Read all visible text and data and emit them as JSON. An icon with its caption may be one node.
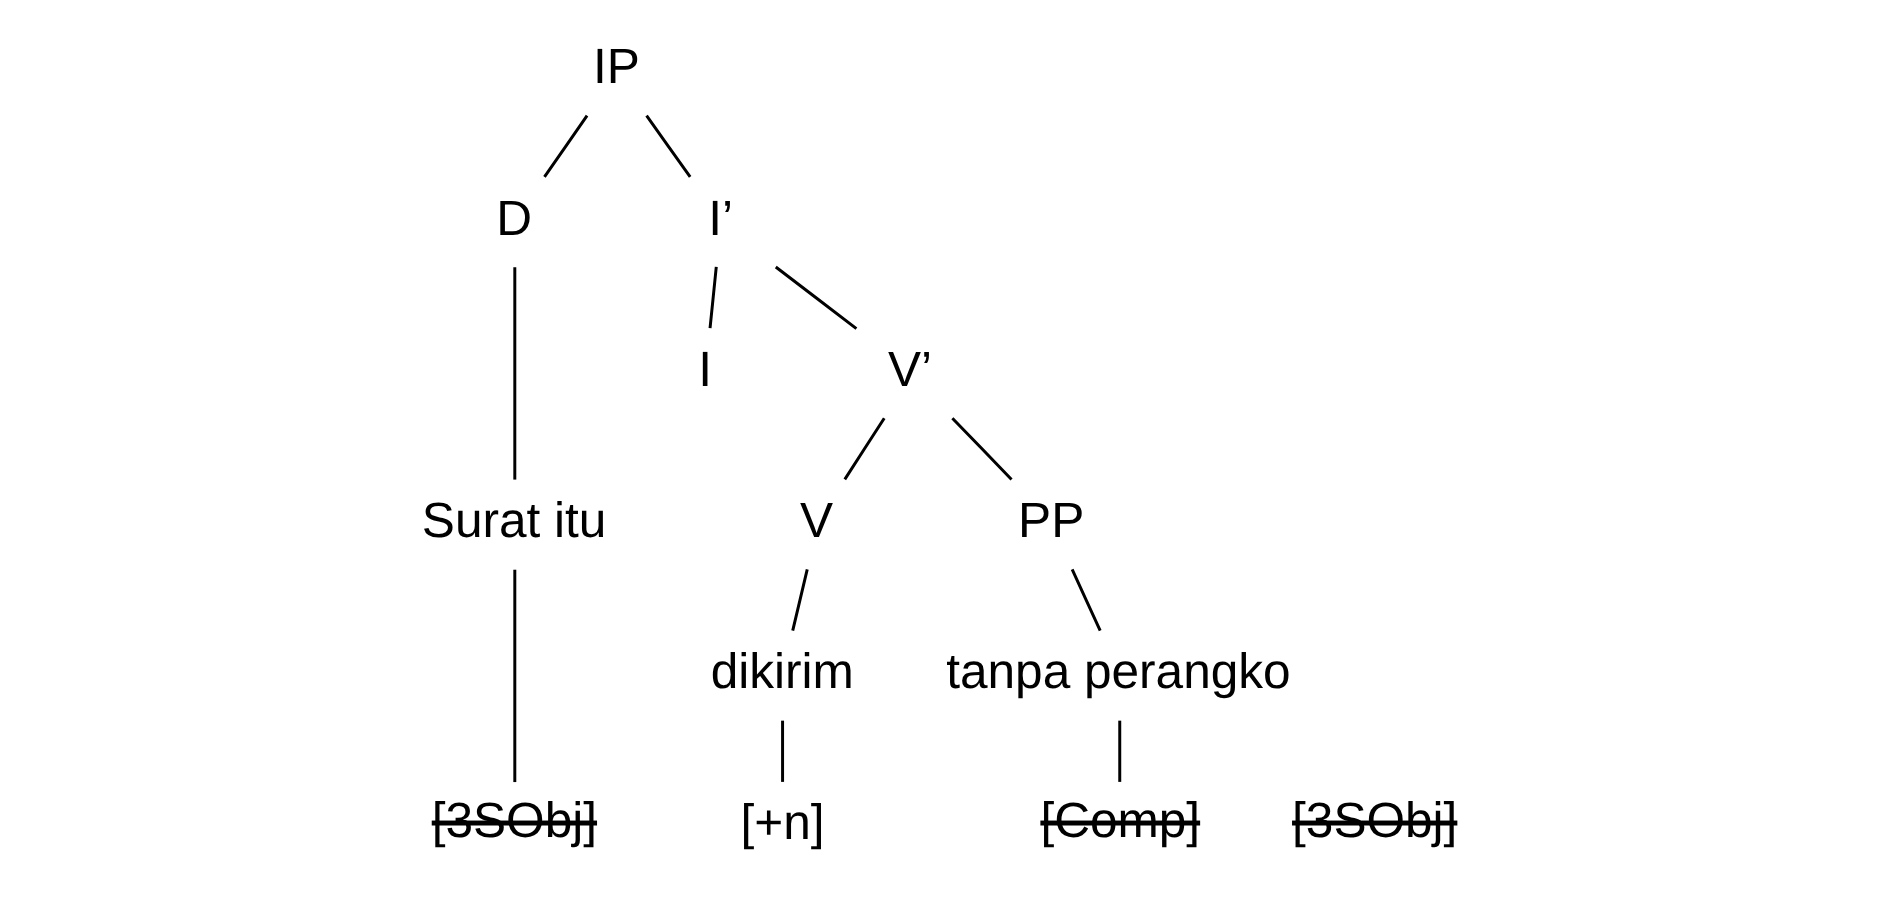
{
  "diagram": {
    "nodes": [
      {
        "text": [
          "IP"
        ]
      },
      {
        "text": [
          "D"
        ]
      },
      {
        "text": [
          "Surat itu"
        ]
      },
      {
        "text": [
          "I’"
        ]
      },
      {
        "text": [
          "I"
        ]
      },
      {
        "text": [
          "V’"
        ]
      },
      {
        "text": [
          "V"
        ]
      },
      {
        "text": [
          "dikirim"
        ]
      },
      {
        "text": [
          "PP"
        ]
      },
      {
        "text": [
          "tanpa perangko"
        ]
      },
      {
        "text": [
          "[+n]"
        ]
      },
      {
        "text": [
          "[3SObj]"
        ]
      },
      {
        "text": [
          "[3SObj]"
        ]
      },
      {
        "text": [
          "[Comp]"
        ]
      }
    ],
    "edges": [
      {
        "from": 0,
        "to": 1,
        "arrow": "none"
      },
      {
        "from": 0,
        "to": 3,
        "arrow": "none"
      },
      {
        "from": 1,
        "to": 2,
        "arrow": "none"
      },
      {
        "from": 3,
        "to": 4,
        "arrow": "none"
      },
      {
        "from": 3,
        "to": 5,
        "arrow": "none"
      },
      {
        "from": 5,
        "to": 6,
        "arrow": "none"
      },
      {
        "from": 5,
        "to": 8,
        "arrow": "none"
      },
      {
        "from": 6,
        "to": 7,
        "arrow": "none"
      },
      {
        "from": 8,
        "to": 9,
        "arrow": "none"
      },
      {
        "from": 2,
        "to": 11,
        "arrow": "none"
      },
      {
        "from": 7,
        "to": 10,
        "arrow": "none"
      },
      {
        "from": 9,
        "to": 13,
        "arrow": "none"
      }
    ]
  }
}
